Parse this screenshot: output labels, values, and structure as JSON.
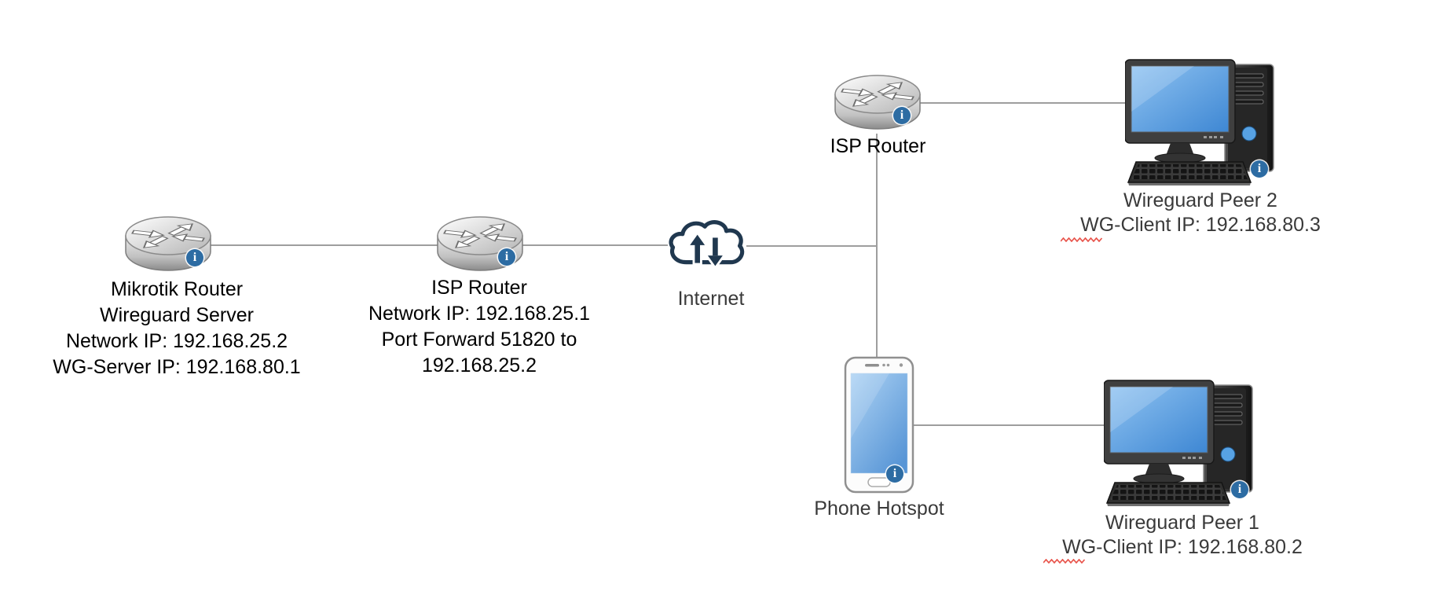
{
  "diagram_type": "network-topology",
  "nodes": {
    "mikrotik_router": {
      "icon": "router-icon",
      "lines": [
        "Mikrotik Router",
        "Wireguard Server",
        "Network IP: 192.168.25.2",
        "WG-Server IP: 192.168.80.1"
      ]
    },
    "isp_router_main": {
      "icon": "router-icon",
      "lines": [
        "ISP Router",
        "Network IP: 192.168.25.1",
        "Port Forward 51820 to",
        "192.168.25.2"
      ]
    },
    "internet": {
      "icon": "cloud-up-down-arrows-icon",
      "label": "Internet"
    },
    "isp_router_top": {
      "icon": "router-icon",
      "label": "ISP Router"
    },
    "phone_hotspot": {
      "icon": "smartphone-icon",
      "label": "Phone Hotspot"
    },
    "wireguard_peer_2": {
      "icon": "desktop-pc-icon",
      "lines": [
        "Wireguard Peer 2",
        "WG-Client IP: 192.168.80.3"
      ]
    },
    "wireguard_peer_1": {
      "icon": "desktop-pc-icon",
      "lines": [
        "Wireguard Peer 1",
        "WG-Client IP: 192.168.80.2"
      ]
    }
  },
  "badge": {
    "glyph": "i"
  },
  "connections": [
    {
      "from": "mikrotik_router",
      "to": "isp_router_main"
    },
    {
      "from": "isp_router_main",
      "to": "internet"
    },
    {
      "from": "internet",
      "to": "isp_router_top"
    },
    {
      "from": "isp_router_top",
      "to": "wireguard_peer_2"
    },
    {
      "from": "isp_router_top",
      "to": "phone_hotspot"
    },
    {
      "from": "phone_hotspot",
      "to": "wireguard_peer_1"
    }
  ],
  "colors": {
    "connector": "#9e9e9e",
    "cloud_outline": "#20384f",
    "badge_blue": "#2d6ca3",
    "screen_blue": "#4f97d9",
    "spellcheck_red": "#e8544b",
    "label_black": "#000000",
    "label_gray": "#3a3a3a",
    "background": "#ffffff"
  }
}
